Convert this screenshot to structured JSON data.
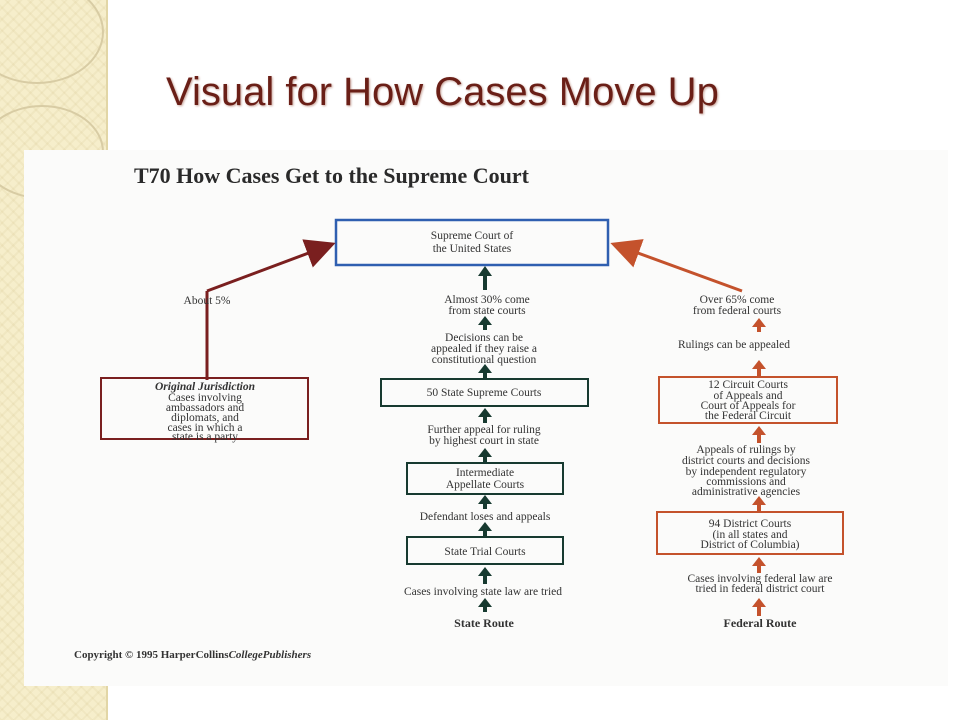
{
  "slide": {
    "title": "Visual for How Cases Move Up"
  },
  "figure": {
    "heading": "T70  How Cases Get to the Supreme Court",
    "top_box": [
      "Supreme Court of",
      "the United States"
    ],
    "left": {
      "percent": "About 5%",
      "box_title": "Original Jurisdiction",
      "box_lines": [
        "Cases involving",
        "ambassadors and",
        "diplomats, and",
        "cases in which a",
        "state is a party"
      ]
    },
    "center": {
      "percent": [
        "Almost 30% come",
        "from state courts"
      ],
      "appeal_note": [
        "Decisions can be",
        "appealed if they raise a",
        "constitutional question"
      ],
      "state_supreme": "50 State Supreme Courts",
      "further_appeal": [
        "Further appeal for ruling",
        "by highest court in state"
      ],
      "intermediate": [
        "Intermediate",
        "Appellate Courts"
      ],
      "defendant": "Defendant loses and appeals",
      "trial": "State Trial Courts",
      "cases": "Cases involving state law are tried",
      "route": "State Route"
    },
    "right": {
      "percent": [
        "Over 65% come",
        "from federal courts"
      ],
      "rulings": "Rulings can be appealed",
      "circuit": [
        "12 Circuit Courts",
        "of Appeals and",
        "Court of Appeals for",
        "the Federal Circuit"
      ],
      "appeals": [
        "Appeals of rulings by",
        "district courts and decisions",
        "by independent regulatory",
        "commissions and",
        "administrative agencies"
      ],
      "district": [
        "94 District Courts",
        "(in all states and",
        "District of Columbia)"
      ],
      "cases": [
        "Cases involving federal law are",
        "tried in federal district court"
      ],
      "route": "Federal Route"
    },
    "copyright_prefix": "Copyright © 1995 HarperCollins",
    "copyright_italic": "CollegePublishers"
  },
  "colors": {
    "title": "#6a1f17",
    "blue_box": "#2f5fb0",
    "dark_red": "#7a1f1f",
    "orange_red": "#c4522c",
    "dark_green": "#173a30"
  }
}
